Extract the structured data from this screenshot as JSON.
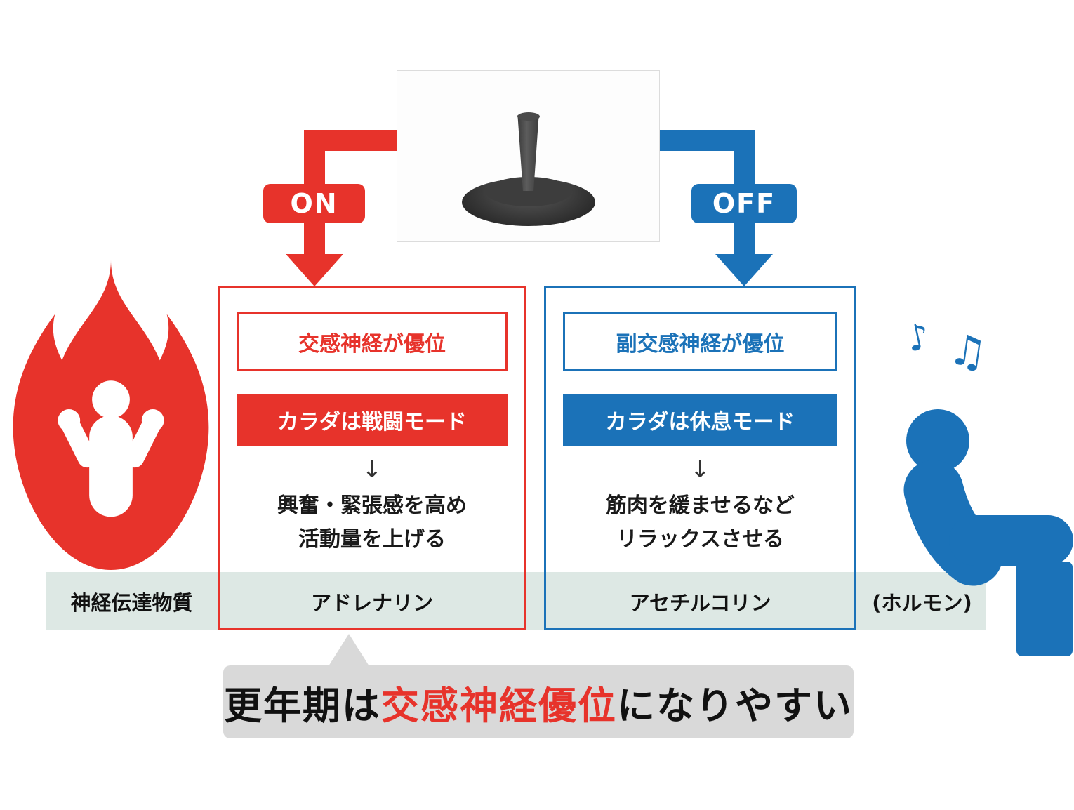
{
  "colors": {
    "red": "#e7332b",
    "blue": "#1b72b8",
    "band_bg": "#dde8e4",
    "bubble_bg": "#d9d9d9"
  },
  "toggle": {
    "on": "ON",
    "off": "OFF"
  },
  "left_panel": {
    "status": "交感神経が優位",
    "mode": "カラダは戦闘モード",
    "arrow": "↓",
    "desc_line1": "興奮・緊張感を高め",
    "desc_line2": "活動量を上げる",
    "transmitter": "アドレナリン"
  },
  "right_panel": {
    "status": "副交感神経が優位",
    "mode": "カラダは休息モード",
    "arrow": "↓",
    "desc_line1": "筋肉を緩ませるなど",
    "desc_line2": "リラックスさせる",
    "transmitter": "アセチルコリン"
  },
  "band": {
    "label": "神経伝達物質",
    "hormone_note": "(ホルモン)"
  },
  "bubble": {
    "prefix": "更年期は",
    "highlight": "交感神経優位",
    "suffix": "になりやすい"
  },
  "decor": {
    "note_small": "♪",
    "note_large": "♫"
  }
}
